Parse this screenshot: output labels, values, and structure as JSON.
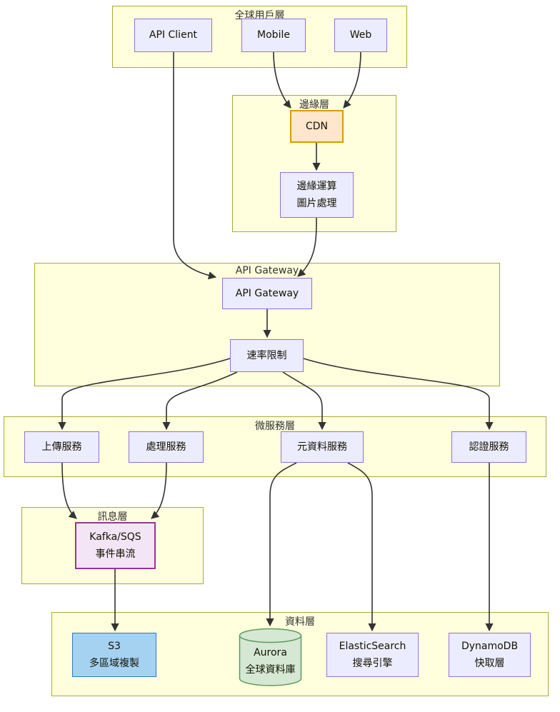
{
  "layers": {
    "users": {
      "title": "全球用戶層"
    },
    "edge": {
      "title": "邊緣層"
    },
    "gateway": {
      "title": "API Gateway"
    },
    "micro": {
      "title": "微服務層"
    },
    "messaging": {
      "title": "訊息層"
    },
    "data": {
      "title": "資料層"
    }
  },
  "nodes": {
    "api_client": {
      "label": "API Client"
    },
    "mobile": {
      "label": "Mobile"
    },
    "web": {
      "label": "Web"
    },
    "cdn": {
      "label": "CDN"
    },
    "edge_compute": {
      "line1": "邊緣運算",
      "line2": "圖片處理"
    },
    "api_gateway": {
      "label": "API Gateway"
    },
    "rate_limit": {
      "label": "速率限制"
    },
    "upload": {
      "label": "上傳服務"
    },
    "processing": {
      "label": "處理服務"
    },
    "metadata": {
      "label": "元資料服務"
    },
    "auth": {
      "label": "認證服務"
    },
    "kafka": {
      "line1": "Kafka/SQS",
      "line2": "事件串流"
    },
    "s3": {
      "line1": "S3",
      "line2": "多區域複製"
    },
    "aurora": {
      "line1": "Aurora",
      "line2": "全球資料庫"
    },
    "elasticsearch": {
      "line1": "ElasticSearch",
      "line2": "搜尋引擎"
    },
    "dynamodb": {
      "line1": "DynamoDB",
      "line2": "快取層"
    }
  },
  "colors": {
    "layer_fill": "#ffffde",
    "layer_border": "#aaaa33",
    "node_fill": "#ECECFF",
    "node_border": "#9370DB",
    "cdn_fill": "#ffe6cc",
    "cdn_border": "#d79b00",
    "kafka_fill": "#f3e5f6",
    "kafka_border": "#993399",
    "s3_fill": "#a6d2f2",
    "s3_border": "#2e78c2",
    "aurora_fill": "#d5e8d4",
    "aurora_border": "#5b9b5b",
    "edge_stroke": "#333333"
  }
}
